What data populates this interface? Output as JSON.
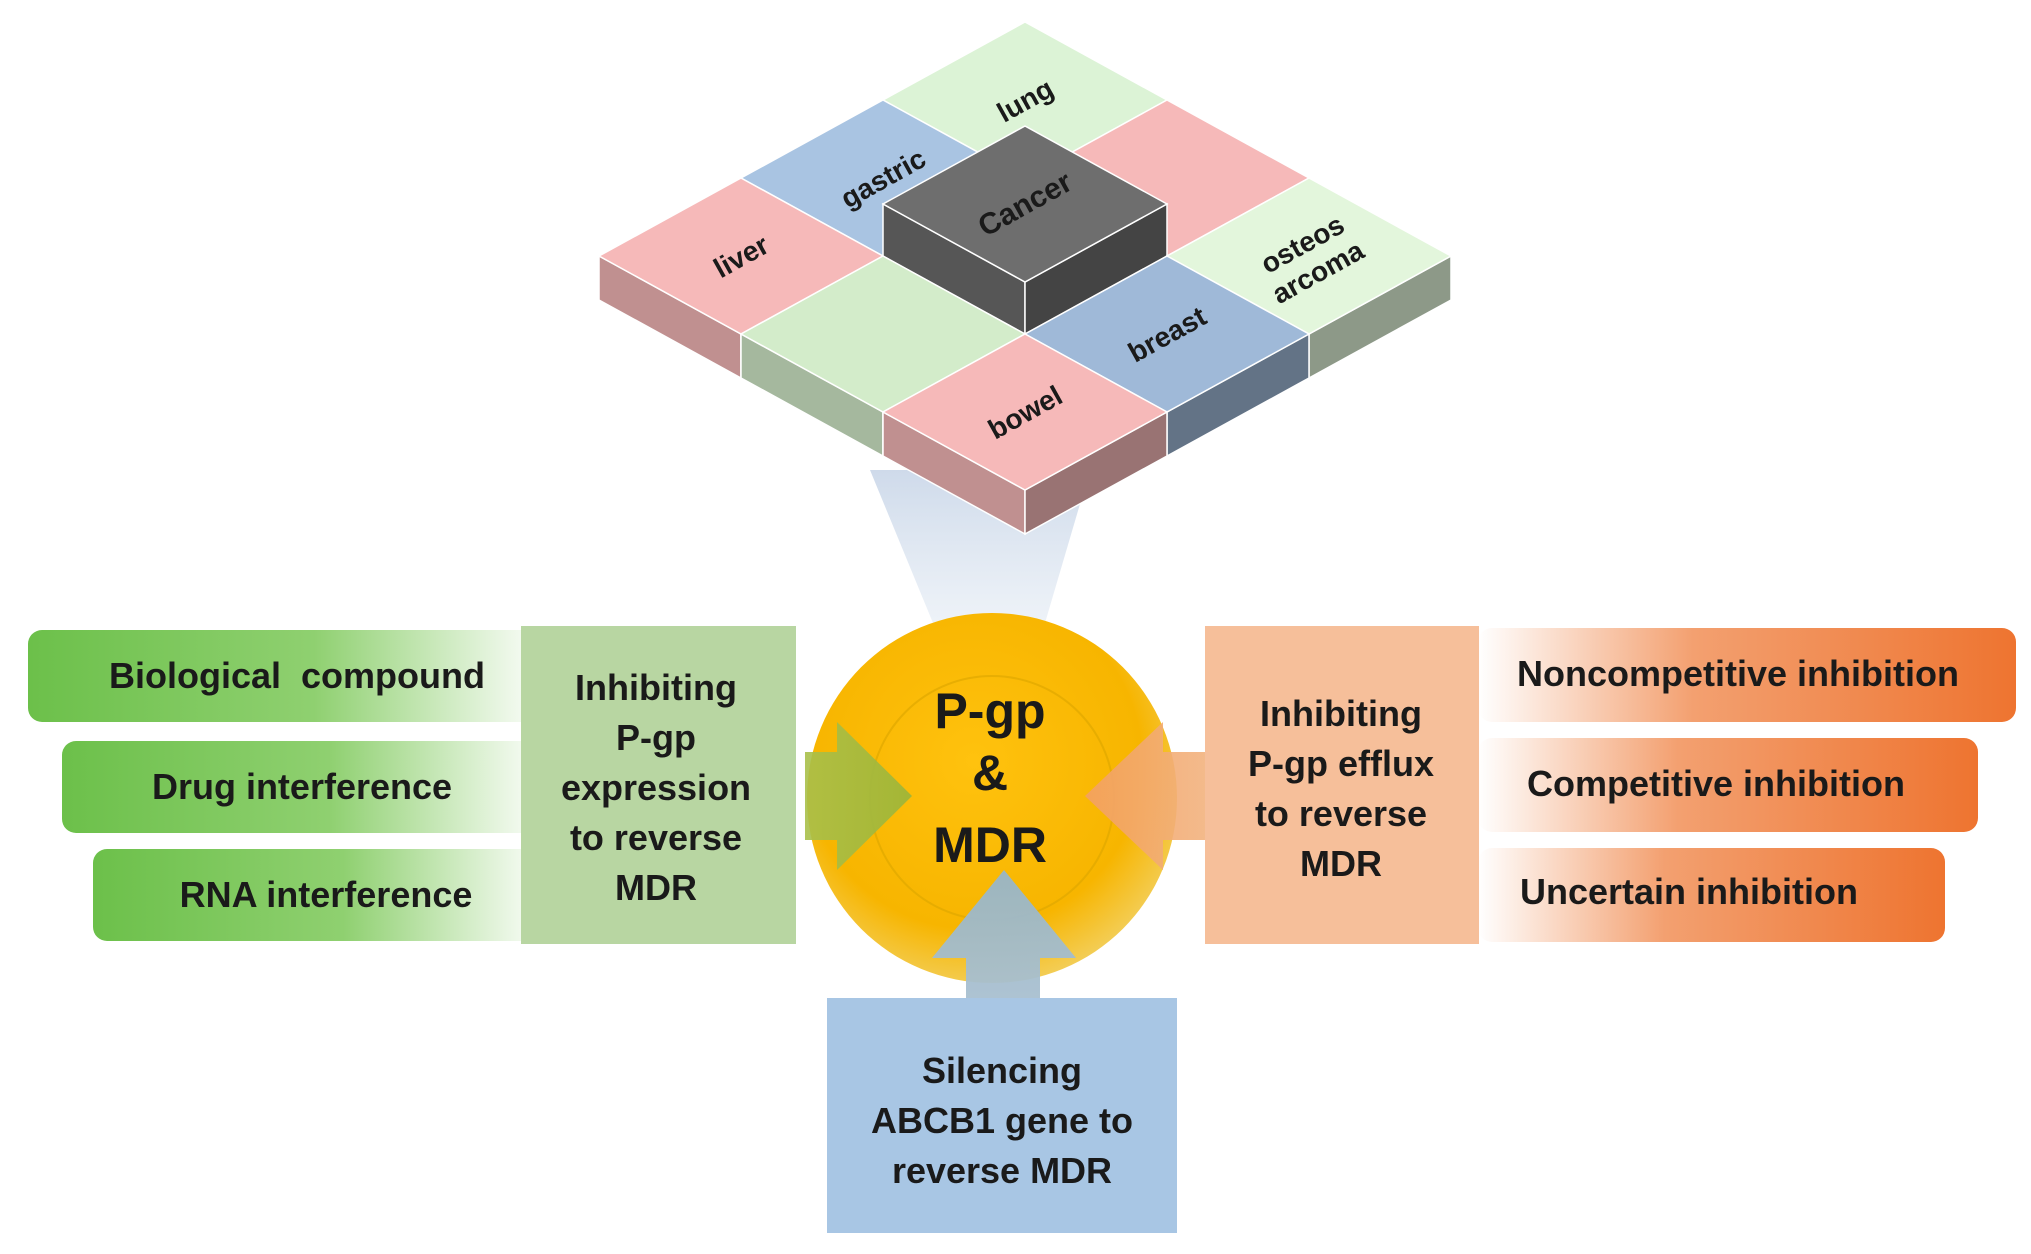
{
  "cancer_grid": {
    "center": "Cancer",
    "tiles": [
      {
        "label": "lung",
        "color": "#dcf3d6"
      },
      {
        "label": "gastric",
        "color": "#a9c4e2"
      },
      {
        "label": "",
        "color": "#f6b9b9"
      },
      {
        "label": "liver",
        "color": "#f6b9b9"
      },
      {
        "label": "osteos",
        "label2": "arcoma",
        "color": "#e3f6dc"
      },
      {
        "label": "",
        "color": "#d3ecca"
      },
      {
        "label": "breast",
        "color": "#9fb9d8"
      },
      {
        "label": "bowel",
        "color": "#f6b9b9"
      }
    ]
  },
  "center": {
    "line1": "P-gp",
    "line2": "&",
    "line3": "MDR"
  },
  "left_group": {
    "bars": [
      "Biological  compound",
      "Drug interference",
      "RNA interference"
    ],
    "box_lines": [
      "Inhibiting",
      "P-gp",
      "expression",
      "to reverse",
      "MDR"
    ]
  },
  "right_group": {
    "bars": [
      "Noncompetitive inhibition",
      "Competitive inhibition",
      "Uncertain inhibition"
    ],
    "box_lines": [
      "Inhibiting",
      "P-gp efflux",
      "to reverse",
      "MDR"
    ]
  },
  "bottom_box": {
    "lines": [
      "Silencing",
      "ABCB1 gene to",
      "reverse MDR"
    ]
  },
  "colors": {
    "green": "#6cc04a",
    "green_box": "#b8d6a2",
    "orange": "#ef7a33",
    "orange_box": "#f6bf9a",
    "blue_box": "#a8c6e4",
    "yellow": "#f7b500"
  }
}
